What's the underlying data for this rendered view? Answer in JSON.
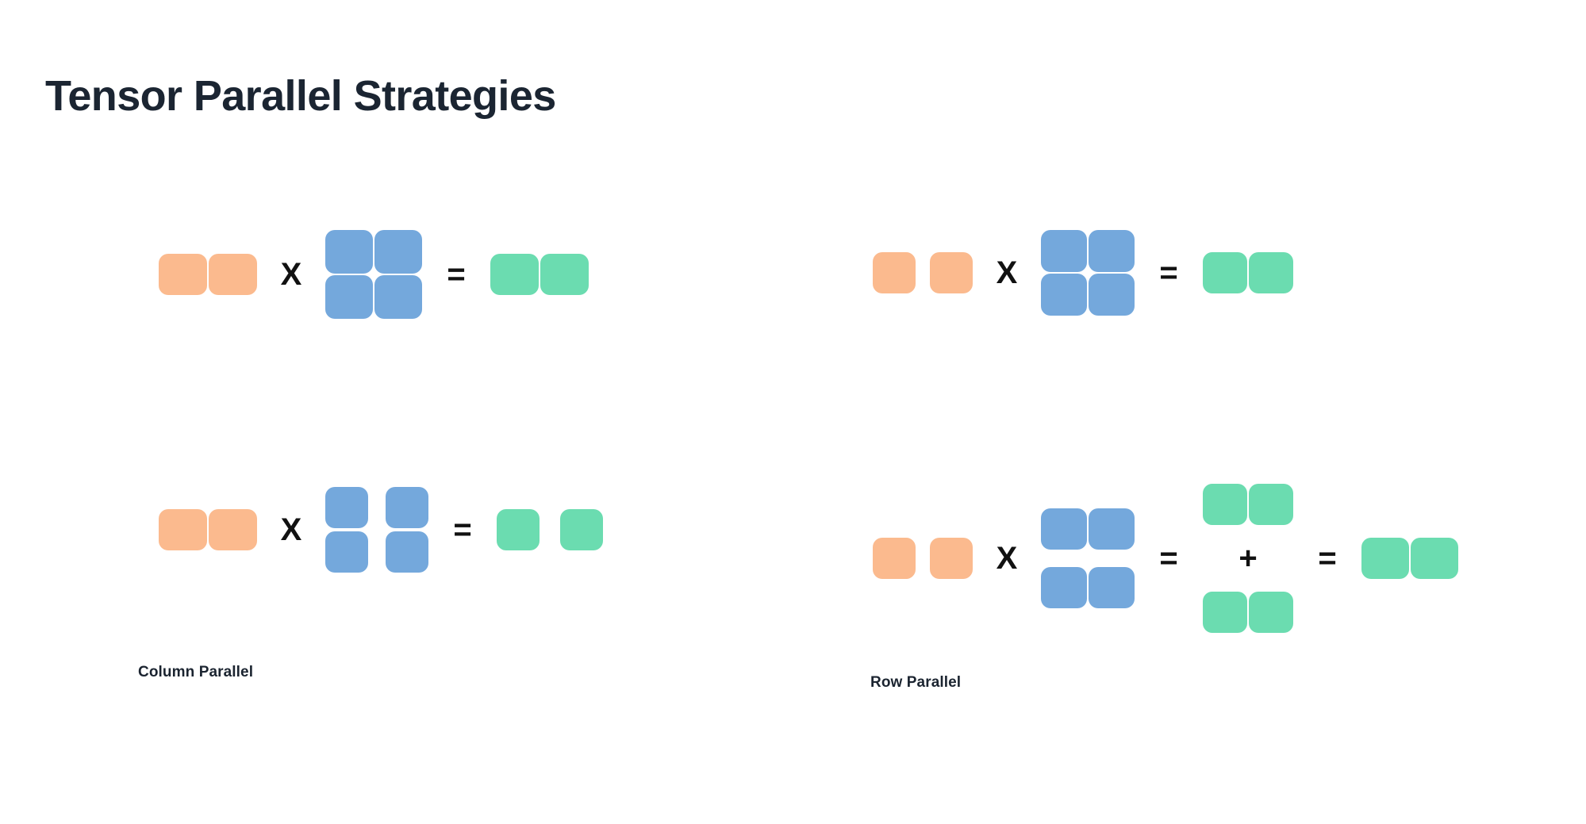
{
  "page": {
    "title": "Tensor Parallel Strategies",
    "background": "#ffffff"
  },
  "colors": {
    "input_orange": "#fbba8e",
    "weight_blue": "#74a8dc",
    "output_green": "#6bdcb0",
    "text_dark": "#1b2532",
    "operator_black": "#111111"
  },
  "operators": {
    "multiply": "X",
    "equals": "=",
    "plus": "+"
  },
  "panels": [
    {
      "id": "column-parallel",
      "caption": "Column Parallel",
      "unsplit_row": {
        "id": "column-parallel-unsplit",
        "input": {
          "rows": 1,
          "cols": 2,
          "color": "input_orange",
          "col_gap": 2,
          "row_gap": 2
        },
        "weight": {
          "rows": 2,
          "cols": 2,
          "color": "weight_blue",
          "col_gap": 2,
          "row_gap": 2
        },
        "output": {
          "rows": 1,
          "cols": 2,
          "color": "output_green",
          "col_gap": 2,
          "row_gap": 2
        }
      },
      "split_row": {
        "id": "column-parallel-split",
        "input": {
          "rows": 1,
          "cols": 2,
          "color": "input_orange",
          "col_gap": 2,
          "row_gap": 2
        },
        "weight": {
          "rows": 2,
          "cols": 2,
          "color": "weight_blue",
          "col_gap": 22,
          "row_gap": 4
        },
        "output": {
          "rows": 1,
          "cols": 2,
          "color": "output_green",
          "col_gap": 26,
          "row_gap": 2
        }
      }
    },
    {
      "id": "row-parallel",
      "caption": "Row Parallel",
      "unsplit_row": {
        "id": "row-parallel-unsplit",
        "input": {
          "rows": 1,
          "cols": 2,
          "color": "input_orange",
          "col_gap": 18,
          "row_gap": 2
        },
        "weight": {
          "rows": 2,
          "cols": 2,
          "color": "weight_blue",
          "col_gap": 2,
          "row_gap": 2
        },
        "output": {
          "rows": 1,
          "cols": 2,
          "color": "output_green",
          "col_gap": 2,
          "row_gap": 2
        }
      },
      "split_row": {
        "id": "row-parallel-split",
        "input": {
          "rows": 1,
          "cols": 2,
          "color": "input_orange",
          "col_gap": 18,
          "row_gap": 2
        },
        "weight": {
          "rows": 2,
          "cols": 2,
          "color": "weight_blue",
          "col_gap": 2,
          "row_gap": 22
        },
        "partial_a": {
          "rows": 1,
          "cols": 2,
          "color": "output_green",
          "col_gap": 2,
          "row_gap": 2
        },
        "partial_b": {
          "rows": 1,
          "cols": 2,
          "color": "output_green",
          "col_gap": 2,
          "row_gap": 2
        },
        "output": {
          "rows": 1,
          "cols": 2,
          "color": "output_green",
          "col_gap": 2,
          "row_gap": 2
        }
      }
    }
  ]
}
